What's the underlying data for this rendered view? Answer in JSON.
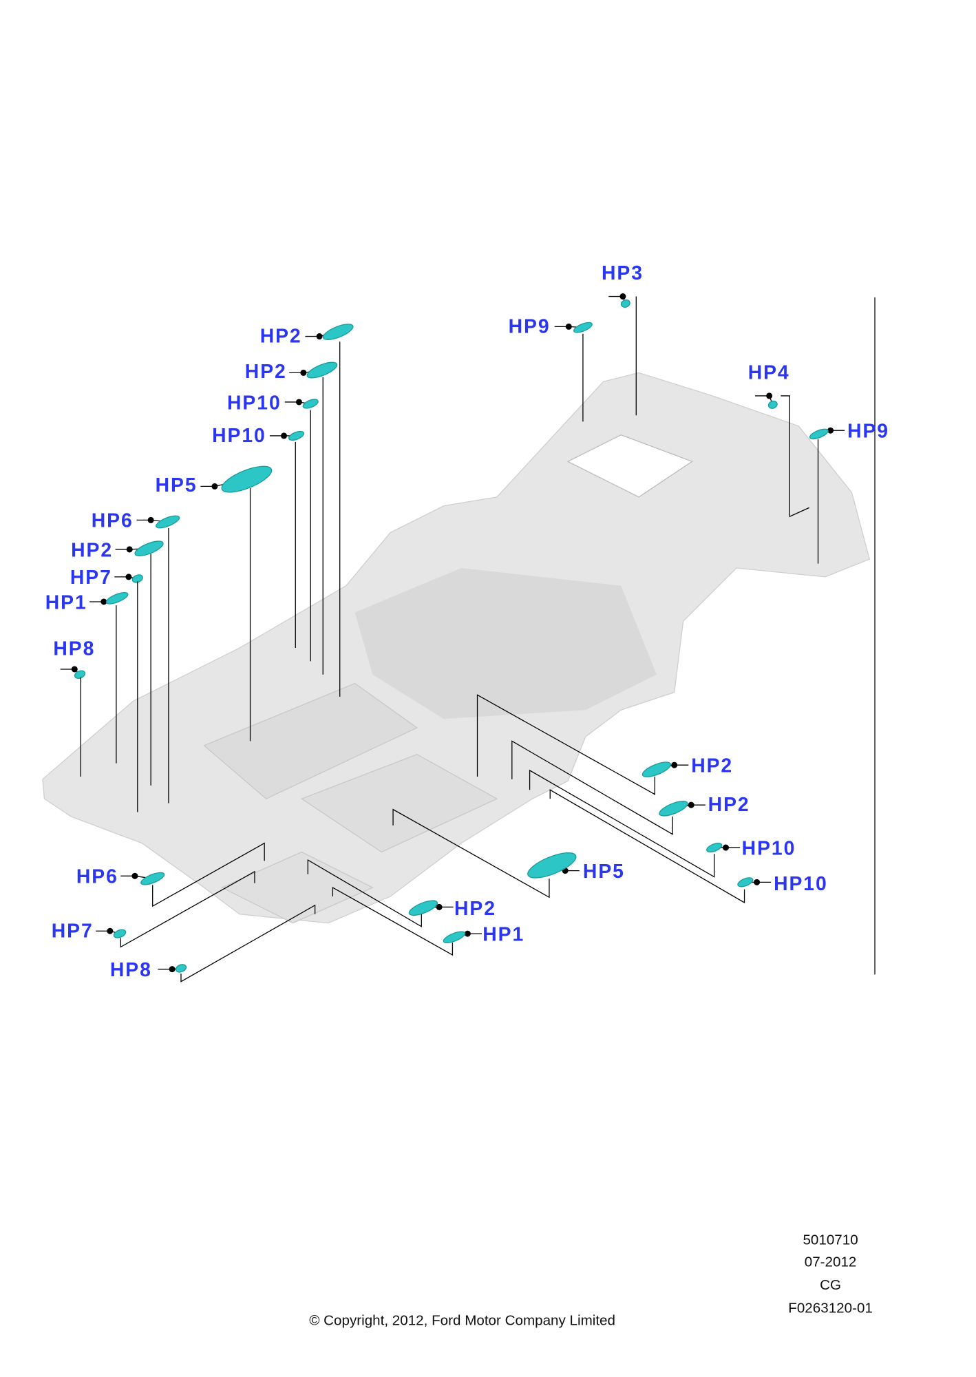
{
  "diagram": {
    "callouts": [
      {
        "label": "HP3"
      },
      {
        "label": "HP9"
      },
      {
        "label": "HP2"
      },
      {
        "label": "HP2"
      },
      {
        "label": "HP10"
      },
      {
        "label": "HP10"
      },
      {
        "label": "HP5"
      },
      {
        "label": "HP6"
      },
      {
        "label": "HP2"
      },
      {
        "label": "HP7"
      },
      {
        "label": "HP1"
      },
      {
        "label": "HP8"
      },
      {
        "label": "HP4"
      },
      {
        "label": "HP9"
      },
      {
        "label": "HP2"
      },
      {
        "label": "HP2"
      },
      {
        "label": "HP10"
      },
      {
        "label": "HP10"
      },
      {
        "label": "HP5"
      },
      {
        "label": "HP2"
      },
      {
        "label": "HP1"
      },
      {
        "label": "HP6"
      },
      {
        "label": "HP7"
      },
      {
        "label": "HP8"
      }
    ],
    "colors": {
      "label": "#2a36f2",
      "part": "#2cc6c6",
      "body": "#e4e4e4",
      "line": "#000000"
    }
  },
  "footer": {
    "copyright": "© Copyright, 2012, Ford Motor Company Limited",
    "codes": [
      "5010710",
      "07-2012",
      "CG",
      "F0263120-01"
    ]
  }
}
